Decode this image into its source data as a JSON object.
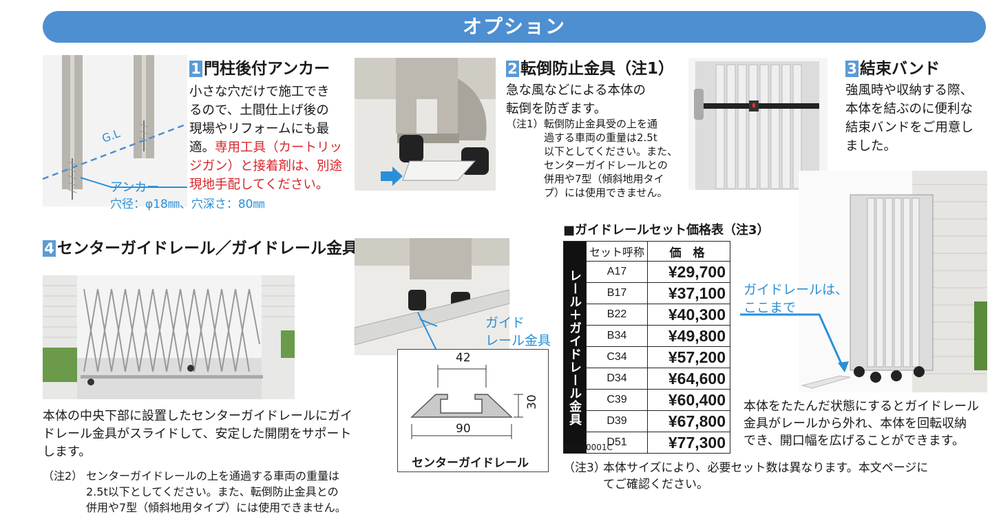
{
  "banner": {
    "title": "オプション"
  },
  "sec1": {
    "num": "1",
    "title": "門柱後付アンカー",
    "body": [
      "小さな穴だけで施工でき",
      "るので、土間仕上げ後の",
      "現場やリフォームにも最"
    ],
    "mixed_prefix": "適。",
    "red1": "専用工具（カートリッ",
    "red2": "ジガン）と接着剤は、別途",
    "red3": "現地手配してください。",
    "gl_label": "G.L",
    "anchor_label": "アンカー",
    "anchor_spec": "穴径：φ18㎜、穴深さ：80㎜"
  },
  "sec2": {
    "num": "2",
    "title": "転倒防止金具（注1）",
    "body": [
      "急な風などによる本体の",
      "転倒を防ぎます。"
    ],
    "note_label": "（注1）",
    "note": [
      "転倒防止金具受の上を通",
      "過する車両の重量は2.5t",
      "以下としてください。また、",
      "センターガイドレールとの",
      "併用や7型（傾斜地用タイ",
      "プ）には使用できません。"
    ]
  },
  "sec3": {
    "num": "3",
    "title": "結束バンド",
    "body": [
      "強風時や収納する際、",
      "本体を結ぶのに便利な",
      "結束バンドをご用意し",
      "ました。"
    ]
  },
  "sec4": {
    "num": "4",
    "title": "センターガイドレール／ガイドレール金具",
    "body": [
      "本体の中央下部に設置したセンターガイドレールにガイ",
      "ドレール金具がスライドして、安定した開閉をサポート",
      "します。"
    ],
    "note_label": "（注2）",
    "note": [
      "センターガイドレールの上を通過する車両の重量は",
      "2.5t以下としてください。また、転倒防止金具との",
      "併用や7型（傾斜地用タイプ）には使用できません。"
    ],
    "guide_label1": "ガイド",
    "guide_label2": "レール金具",
    "dim_top": "42",
    "dim_side": "30",
    "dim_bottom": "90",
    "rail_caption": "センターガイドレール"
  },
  "price_table": {
    "title": "■ガイドレールセット価格表（注3）",
    "vertical_label": "レール＋ガイドレール金具",
    "col_name": "セット呼称",
    "col_price": "価　格",
    "rows": [
      {
        "name": "A17",
        "price": "¥29,700"
      },
      {
        "name": "B17",
        "price": "¥37,100"
      },
      {
        "name": "B22",
        "price": "¥40,300"
      },
      {
        "name": "B34",
        "price": "¥49,800"
      },
      {
        "name": "C34",
        "price": "¥57,200"
      },
      {
        "name": "D34",
        "price": "¥64,600"
      },
      {
        "name": "C39",
        "price": "¥60,400"
      },
      {
        "name": "D39",
        "price": "¥67,800"
      },
      {
        "name": "D51",
        "price": "¥77,300"
      }
    ],
    "code": "XPGA0001C",
    "note_label": "（注3）",
    "note1": "本体サイズにより、必要セット数は異なります。本文ページに",
    "note2": "てご確認ください。"
  },
  "folded": {
    "callout1": "ガイドレールは、",
    "callout2": "ここまで",
    "caption": [
      "本体をたたんだ状態にするとガイドレール",
      "金具がレールから外れ、本体を回転収納",
      "でき、開口幅を広げることができます。"
    ]
  }
}
